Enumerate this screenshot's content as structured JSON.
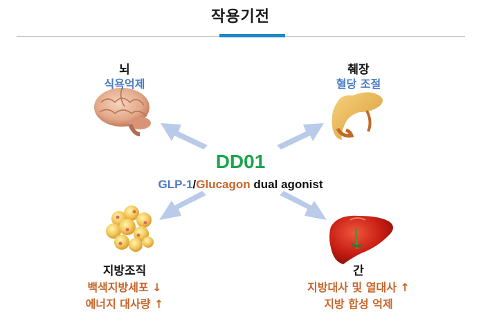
{
  "header": {
    "title": "작용기전"
  },
  "colors": {
    "accent_bar": "#1f88c9",
    "drug": "#1aa64a",
    "glp": "#4a7ac4",
    "effect_orange": "#c8652a",
    "arrow": "#b9cbe8"
  },
  "center": {
    "drug_name": "DD01",
    "glp_label": "GLP-1",
    "slash": "/",
    "glucagon_label": "Glucagon",
    "tail_label": " dual agonist"
  },
  "organs": {
    "brain": {
      "name": "뇌",
      "effect": "식욕억제",
      "icon": "brain-icon"
    },
    "pancreas": {
      "name": "췌장",
      "effect": "혈당 조절",
      "icon": "pancreas-icon"
    },
    "fat": {
      "name": "지방조직",
      "effects": [
        "백색지방세포 ↓",
        "에너지 대사량 ↑"
      ],
      "icon": "fat-cells-icon"
    },
    "liver": {
      "name": "간",
      "effects": [
        "지방대사 및 열대사 ↑",
        "지방 합성 억제"
      ],
      "icon": "liver-icon"
    }
  }
}
